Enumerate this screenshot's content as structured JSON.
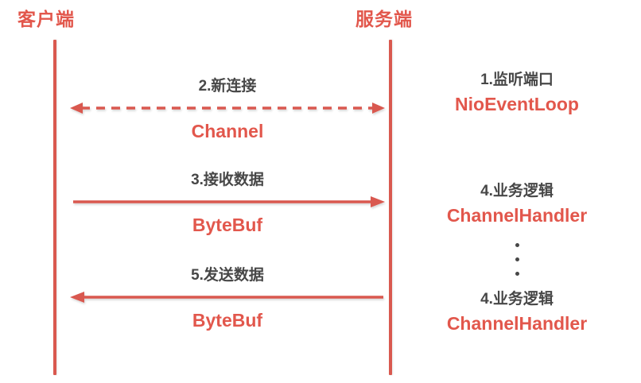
{
  "diagram": {
    "type": "sequence-diagram",
    "background_color": "#ffffff",
    "accent_color": "#E2574C",
    "text_color": "#474747",
    "actors": [
      {
        "id": "client",
        "label": "客户端"
      },
      {
        "id": "server",
        "label": "服务端"
      }
    ],
    "messages": [
      {
        "id": "new-connection",
        "step_label": "2.新连接",
        "protocol_label": "Channel",
        "line_style": "dashed",
        "direction": "both"
      },
      {
        "id": "receive-data",
        "step_label": "3.接收数据",
        "protocol_label": "ByteBuf",
        "line_style": "solid",
        "direction": "right"
      },
      {
        "id": "send-data",
        "step_label": "5.发送数据",
        "protocol_label": "ByteBuf",
        "line_style": "solid",
        "direction": "left"
      }
    ],
    "side_notes": [
      {
        "id": "listen-port",
        "step_label": "1.监听端口",
        "class_label": "NioEventLoop"
      },
      {
        "id": "business-logic-top",
        "step_label": "4.业务逻辑",
        "class_label": "ChannelHandler"
      },
      {
        "id": "business-logic-bottom",
        "step_label": "4.业务逻辑",
        "class_label": "ChannelHandler"
      }
    ],
    "ellipsis": {
      "dot_count": 3,
      "orientation": "vertical"
    }
  }
}
